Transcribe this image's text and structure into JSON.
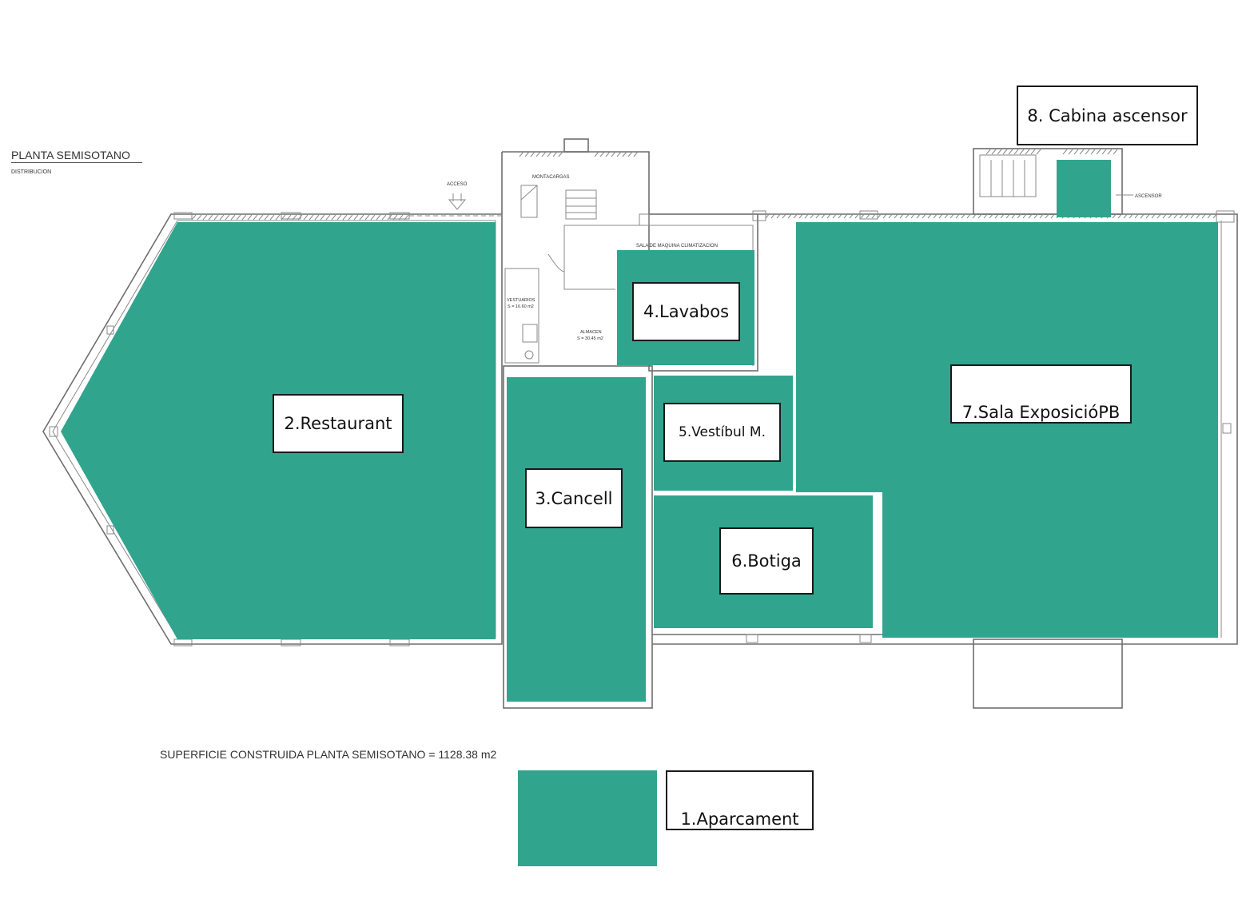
{
  "plan": {
    "title": "PLANTA SEMISOTANO",
    "subtitle": "DISTRIBUCION",
    "area_note": "SUPERFICIE CONSTRUIDA PLANTA SEMISOTANO = 1128.38 m2",
    "cad_labels": {
      "acceso": "ACCESO",
      "montacargas": "MONTACARGAS",
      "sala_maquina": "SALA DE MAQUINA CLIMATIZACION",
      "vestuarios": "VESTUARIOS",
      "vestuarios_area": "S = 16.60 m2",
      "almacen": "ALMACEN",
      "almacen_area": "S = 30.45 m2",
      "ascensor": "ASCENSOR"
    },
    "colors": {
      "room_fill": "#31a48e",
      "wall": "#6e6e6e"
    }
  },
  "rooms": [
    {
      "id": "1",
      "label": "1.Aparcament"
    },
    {
      "id": "2",
      "label": "2.Restaurant"
    },
    {
      "id": "3",
      "label": "3.Cancell"
    },
    {
      "id": "4",
      "label": "4.Lavabos"
    },
    {
      "id": "5",
      "label": "5.Vestíbul M."
    },
    {
      "id": "6",
      "label": "6.Botiga"
    },
    {
      "id": "7",
      "label": "7.Sala ExposicióPB"
    },
    {
      "id": "8",
      "label": "8. Cabina ascensor"
    }
  ]
}
